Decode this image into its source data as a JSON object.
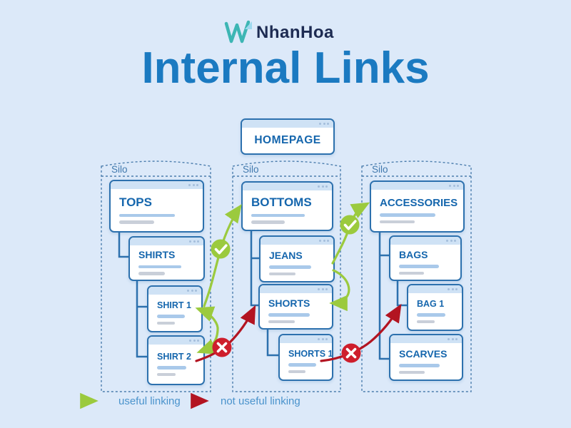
{
  "brand": {
    "name": "NhanHoa"
  },
  "title": "Internal Links",
  "homepage": {
    "label": "HOMEPAGE"
  },
  "silos": [
    {
      "label": "Silo",
      "pages": [
        {
          "label": "TOPS"
        },
        {
          "label": "SHIRTS"
        },
        {
          "label": "SHIRT 1"
        },
        {
          "label": "SHIRT 2"
        }
      ]
    },
    {
      "label": "Silo",
      "pages": [
        {
          "label": "BOTTOMS"
        },
        {
          "label": "JEANS"
        },
        {
          "label": "SHORTS"
        },
        {
          "label": "SHORTS 1"
        }
      ]
    },
    {
      "label": "Silo",
      "pages": [
        {
          "label": "ACCESSORIES"
        },
        {
          "label": "BAGS"
        },
        {
          "label": "BAG 1"
        },
        {
          "label": "SCARVES"
        }
      ]
    }
  ],
  "legend": [
    {
      "label": "useful linking",
      "color": "#9bca3e"
    },
    {
      "label": "not useful linking",
      "color": "#b31421"
    }
  ],
  "colors": {
    "background": "#dce9f9",
    "title_blue": "#1b7ac1",
    "box_border": "#2d71ae",
    "box_header": "#cfe2f5",
    "box_text": "#1566ad",
    "silo_dash": "#4b7dad",
    "useful_green": "#9bca3e",
    "not_useful_red": "#b31421",
    "badge_red": "#ce1e2c",
    "brand_navy": "#1d2b52",
    "logo_teal": "#3db6b4"
  }
}
